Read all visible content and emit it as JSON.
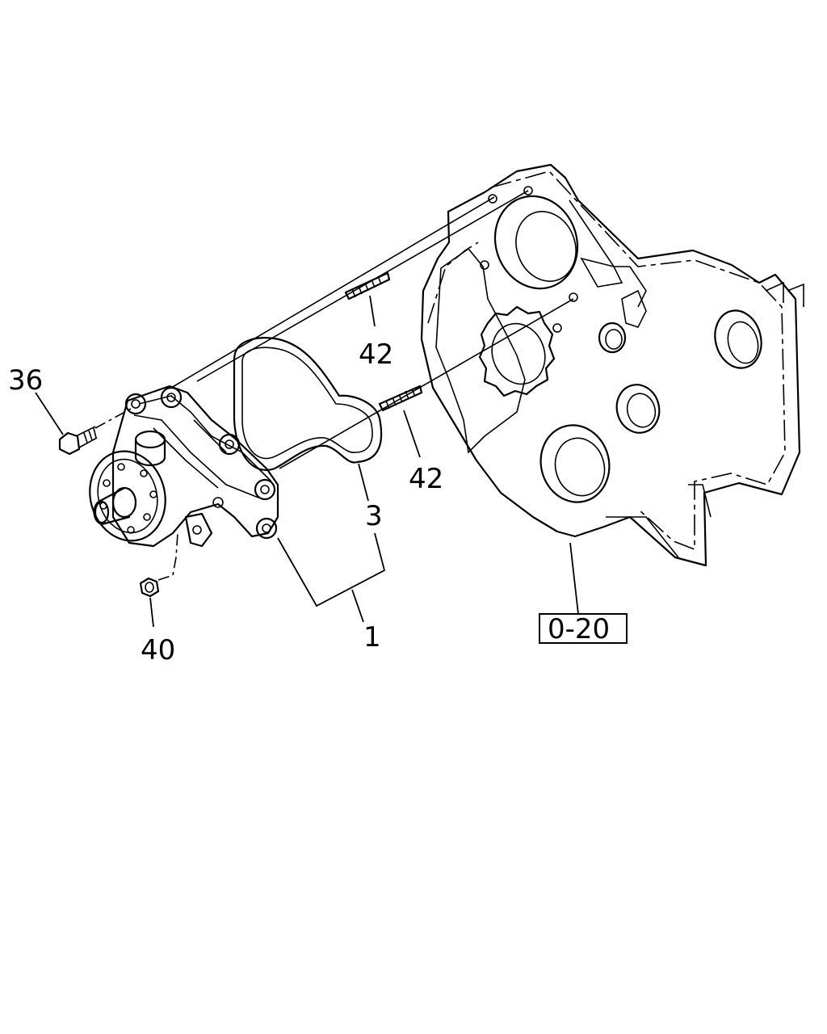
{
  "callouts": {
    "bolt": "36",
    "stud_upper": "42",
    "stud_lower": "42",
    "gasket": "3",
    "pump_assembly": "1",
    "nut": "40",
    "reference": "0-20"
  },
  "icons": {
    "water_pump": "water-pump-icon",
    "gasket": "gasket-icon",
    "timing_case": "timing-case-icon",
    "bolt": "bolt-icon",
    "stud": "stud-icon",
    "nut": "nut-icon"
  }
}
